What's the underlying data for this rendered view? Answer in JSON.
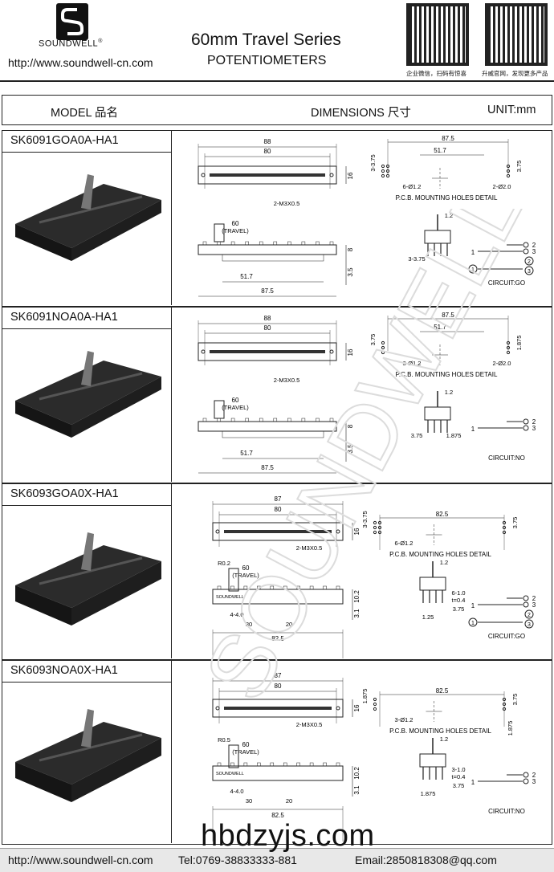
{
  "header": {
    "brand": "SOUNDWELL",
    "registered": "®",
    "website": "http://www.soundwell-cn.com",
    "title": "60mm Travel Series",
    "subtitle": "POTENTIOMETERS",
    "qr1_caption": "企业微信，扫码有惊喜",
    "qr2_caption": "升威官网，发现更多产品"
  },
  "columns": {
    "model": "MODEL 品名",
    "dimensions": "DIMENSIONS 尺寸",
    "unit": "UNIT:mm"
  },
  "watermark": "SOUNDWELL",
  "models": [
    {
      "name": "SK6091GOA0A-HA1",
      "top": {
        "d88": "88",
        "d80": "80",
        "screw": "2-M3X0.5",
        "h16": "16"
      },
      "side": {
        "travel": "60",
        "travel_label": "(TRAVEL)",
        "d51": "51.7",
        "d87": "87.5",
        "h8": "8",
        "h35": "3.5"
      },
      "pcb": {
        "d87": "87.5",
        "d51": "51.7",
        "v1": "3-3.75",
        "v2": "3.75",
        "holes1": "6-Ø1.2",
        "holes2": "2-Ø2.0",
        "label": "P.C.B. MOUNTING HOLES DETAIL"
      },
      "pin": {
        "w": "1.2",
        "pitch": "3-3.75"
      },
      "circuit": {
        "label": "CIRCUIT:GO",
        "p1": "1",
        "p2": "2",
        "p3": "3",
        "p4": "2",
        "p5": "3",
        "p6": "1"
      }
    },
    {
      "name": "SK6091NOA0A-HA1",
      "top": {
        "d88": "88",
        "d80": "80",
        "screw": "2-M3X0.5",
        "h16": "16"
      },
      "side": {
        "travel": "60",
        "travel_label": "(TRAVEL)",
        "d51": "51.7",
        "d87": "87.5",
        "h8": "8",
        "h35": "3.5"
      },
      "pcb": {
        "d87": "87.5",
        "d51": "51.7",
        "v1": "3.75",
        "v2": "1.875",
        "holes1": "3-Ø1.2",
        "holes2": "2-Ø2.0",
        "label": "P.C.B. MOUNTING HOLES DETAIL"
      },
      "pin": {
        "w": "1.2",
        "pitch": "3.75",
        "pitch2": "1.875"
      },
      "circuit": {
        "label": "CIRCUIT:NO",
        "p1": "1",
        "p2": "2",
        "p3": "3"
      }
    },
    {
      "name": "SK6093GOA0X-HA1",
      "top": {
        "d88": "87",
        "d80": "80",
        "screw": "2-M3X0.5",
        "h16": "16"
      },
      "side": {
        "travel": "60",
        "travel_label": "(TRAVEL)",
        "r": "R0.2",
        "d44": "4-4.0",
        "d30": "30",
        "d20": "20",
        "d82": "82.5",
        "h10": "10.2",
        "h31": "3.1",
        "brand": "SOUNDWELL"
      },
      "pcb": {
        "d82": "82.5",
        "v1": "3-3.75",
        "v2": "3.75",
        "holes1": "6-Ø1.2",
        "label": "P.C.B. MOUNTING HOLES DETAIL"
      },
      "pin": {
        "w": "1.2",
        "a": "6-1.0",
        "t": "t=0.4",
        "p": "3.75",
        "q": "1.25"
      },
      "circuit": {
        "label": "CIRCUIT:GO",
        "p1": "1",
        "p2": "2",
        "p3": "3",
        "p4": "2",
        "p5": "3",
        "p6": "1"
      }
    },
    {
      "name": "SK6093NOA0X-HA1",
      "top": {
        "d88": "87",
        "d80": "80",
        "screw": "2-M3X0.5",
        "h16": "16"
      },
      "side": {
        "travel": "60",
        "travel_label": "(TRAVEL)",
        "r": "R0.5",
        "d44": "4-4.0",
        "d30": "30",
        "d20": "20",
        "d82": "82.5",
        "h10": "10.2",
        "h31": "3.1",
        "brand": "SOUNDWELL"
      },
      "pcb": {
        "d82": "82.5",
        "v1": "1.875",
        "v2": "3.75",
        "holes1": "3-Ø1.2",
        "v3": "1.875",
        "label": "P.C.B. MOUNTING HOLES DETAIL"
      },
      "pin": {
        "w": "1.2",
        "a": "3-1.0",
        "t": "t=0.4",
        "p": "3.75",
        "q": "1.875"
      },
      "circuit": {
        "label": "CIRCUIT:NO",
        "p1": "1",
        "p2": "2",
        "p3": "3"
      }
    }
  ],
  "footer": {
    "url": "http://www.soundwell-cn.com",
    "tel": "Tel:0769-38833333-881",
    "email": "Email:2850818308@qq.com",
    "site_overlay": "hbdzyjs.com"
  }
}
